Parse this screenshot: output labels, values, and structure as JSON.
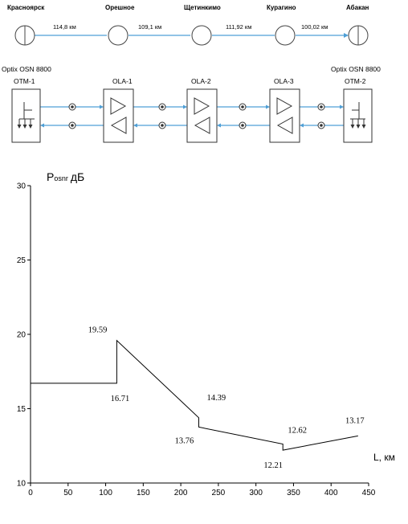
{
  "route": {
    "cities": [
      "Красноярск",
      "Орешное",
      "Щетинкимо",
      "Курагино",
      "Абакан"
    ],
    "distances": [
      "114,8 км",
      "109,1 км",
      "111,92 км",
      "100,02 км"
    ]
  },
  "equipment": {
    "left_model": "Optix OSN 8800",
    "right_model": "Optix OSN 8800",
    "left_terminal": "OTM-1",
    "right_terminal": "OTM-2",
    "amplifiers": [
      "OLA-1",
      "OLA-2",
      "OLA-3"
    ]
  },
  "colors": {
    "fiber": "#4f9fd6",
    "outline": "#333333"
  },
  "chart_data": {
    "type": "line",
    "ylabel_main": "P",
    "ylabel_sub": "osnr",
    "ylabel_unit": "дБ",
    "xlabel": "L, км",
    "xlim": [
      0,
      450
    ],
    "ylim": [
      10,
      30
    ],
    "x_ticks": [
      "0",
      "50",
      "100",
      "150",
      "200",
      "250",
      "300",
      "350",
      "400",
      "450"
    ],
    "y_ticks": [
      "10",
      "15",
      "20",
      "25",
      "30"
    ],
    "grid": false,
    "points": [
      {
        "x": 0,
        "y": 16.71
      },
      {
        "x": 114.8,
        "y": 16.71
      },
      {
        "x": 114.8,
        "y": 19.59
      },
      {
        "x": 223.9,
        "y": 14.39
      },
      {
        "x": 223.9,
        "y": 13.76
      },
      {
        "x": 335.82,
        "y": 12.62
      },
      {
        "x": 335.82,
        "y": 12.21
      },
      {
        "x": 435.84,
        "y": 13.17
      }
    ],
    "data_labels": [
      "19.59",
      "16.71",
      "14.39",
      "13.76",
      "12.62",
      "12.21",
      "13.17"
    ]
  }
}
